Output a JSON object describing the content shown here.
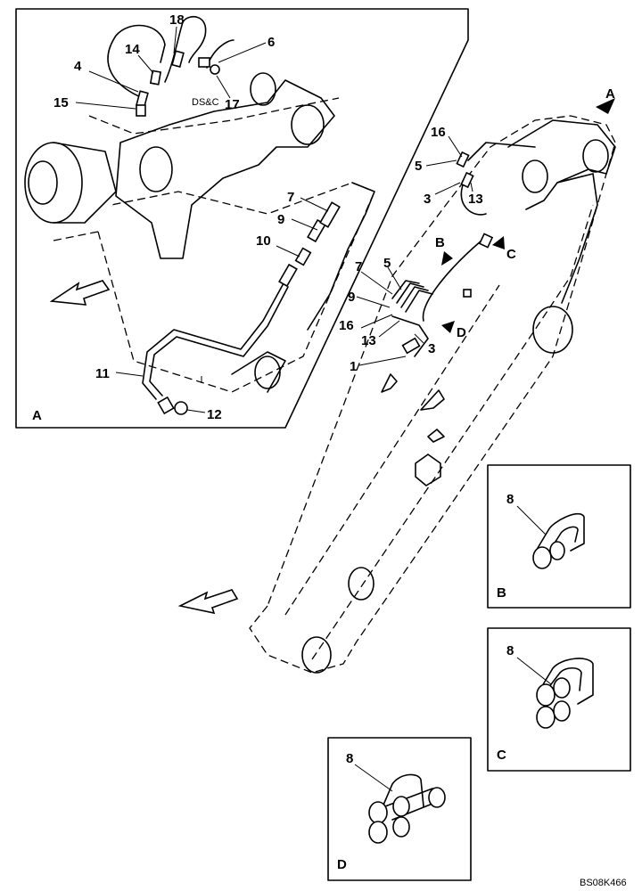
{
  "detail_a": {
    "view_letter": "A",
    "labels": [
      "18",
      "14",
      "6",
      "4",
      "15",
      "17",
      "7",
      "9",
      "10",
      "11",
      "12"
    ]
  },
  "main": {
    "view_letters": [
      "A",
      "B",
      "C",
      "D"
    ],
    "labels": [
      "16",
      "5",
      "3",
      "13",
      "7",
      "5",
      "9",
      "16",
      "13",
      "3",
      "1"
    ]
  },
  "detail_b": {
    "view_letter": "B",
    "label": "8"
  },
  "detail_c": {
    "view_letter": "C",
    "label": "8"
  },
  "detail_d": {
    "view_letter": "D",
    "label": "8"
  },
  "drawing_code": "BS08K466"
}
